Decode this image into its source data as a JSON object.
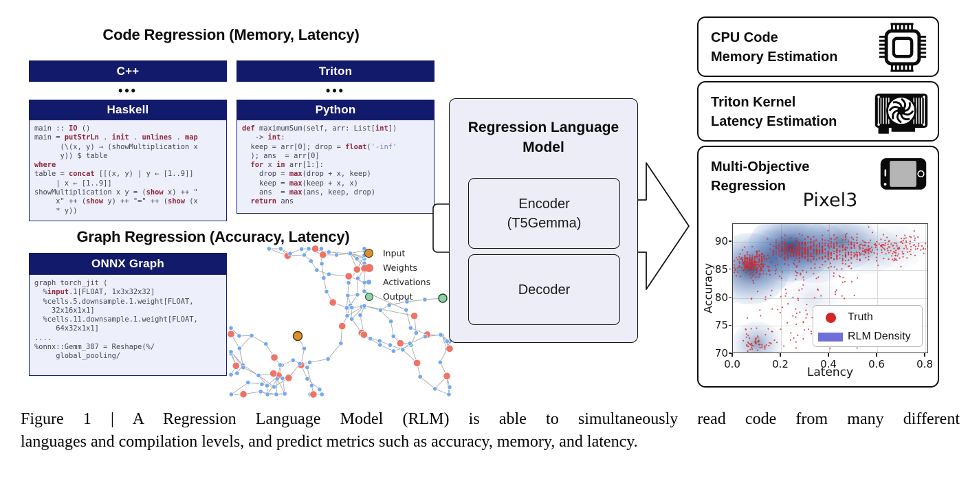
{
  "colors": {
    "navy_header": "#121a6b",
    "code_bg": "#edeffa",
    "code_border": "#1b2470",
    "code_keyword": "#8f2740",
    "code_text": "#44465a",
    "model_box_bg": "#ecedf7",
    "truth_red": "#d62728",
    "density_blue": "#08306b",
    "legend_rect_blue": "#6e70d8",
    "node_input": "#d89030",
    "node_weights": "#ee7468",
    "node_activations": "#74a9f0",
    "node_output": "#8fd0a5",
    "edge_gray": "#9a9a9a"
  },
  "left": {
    "code_regression_title": "Code Regression (Memory, Latency)",
    "graph_regression_title": "Graph Regression (Accuracy, Latency)",
    "dots": "•••",
    "bars": {
      "cpp": "C++",
      "triton": "Triton",
      "haskell": "Haskell",
      "python": "Python",
      "onnx": "ONNX Graph"
    },
    "haskell_code": [
      [
        [
          "main :: ",
          "n"
        ],
        [
          "IO",
          "k"
        ],
        [
          " ()",
          "n"
        ]
      ],
      [
        [
          "main = ",
          "n"
        ],
        [
          "putStrLn",
          "k"
        ],
        [
          " . ",
          "n"
        ],
        [
          "init",
          "k"
        ],
        [
          " . ",
          "n"
        ],
        [
          "unlines",
          "k"
        ],
        [
          " . ",
          "n"
        ],
        [
          "map",
          "k"
        ]
      ],
      [
        [
          "      (\\(x, y) → (showMultiplication x",
          "n"
        ]
      ],
      [
        [
          "      y)) $ table",
          "n"
        ]
      ],
      [
        [
          "where",
          "k"
        ]
      ],
      [
        [
          "table = ",
          "n"
        ],
        [
          "concat",
          "k"
        ],
        [
          " [[(x, y) | y ← [1..9]]",
          "n"
        ]
      ],
      [
        [
          "     | x ← [1..9]]",
          "n"
        ]
      ],
      [
        [
          "showMultiplication x y = (",
          "n"
        ],
        [
          "show",
          "k"
        ],
        [
          " x) ++ \"",
          "n"
        ]
      ],
      [
        [
          "     x\" ++ (",
          "n"
        ],
        [
          "show",
          "k"
        ],
        [
          " y) ++ \"=\" ++ (",
          "n"
        ],
        [
          "show",
          "k"
        ],
        [
          " (x",
          "n"
        ]
      ],
      [
        [
          "     * y))",
          "n"
        ]
      ]
    ],
    "python_code": [
      [
        [
          "def",
          "k"
        ],
        [
          " maximumSum(self, arr: List[",
          "n"
        ],
        [
          "int",
          "k"
        ],
        [
          "])",
          "n"
        ]
      ],
      [
        [
          "   -> ",
          "n"
        ],
        [
          "int",
          "k"
        ],
        [
          ":",
          "n"
        ]
      ],
      [
        [
          "  keep = arr[0]; drop = ",
          "n"
        ],
        [
          "float",
          "k"
        ],
        [
          "(",
          "n"
        ],
        [
          "'-inf'",
          "m"
        ]
      ],
      [
        [
          "  ); ans  = arr[0]",
          "n"
        ]
      ],
      [
        [
          "  ",
          "n"
        ],
        [
          "for",
          "k"
        ],
        [
          " x ",
          "n"
        ],
        [
          "in",
          "k"
        ],
        [
          " arr[1:]:",
          "n"
        ]
      ],
      [
        [
          "    drop = ",
          "n"
        ],
        [
          "max",
          "k"
        ],
        [
          "(drop + x, keep)",
          "n"
        ]
      ],
      [
        [
          "    keep = ",
          "n"
        ],
        [
          "max",
          "k"
        ],
        [
          "(keep + x, x)",
          "n"
        ]
      ],
      [
        [
          "    ans  = ",
          "n"
        ],
        [
          "max",
          "k"
        ],
        [
          "(ans, keep, drop)",
          "n"
        ]
      ],
      [
        [
          "  ",
          "n"
        ],
        [
          "return",
          "k"
        ],
        [
          " ans",
          "n"
        ]
      ]
    ],
    "onnx_code": [
      [
        [
          "graph torch_jit (",
          "n"
        ]
      ],
      [
        [
          "  %",
          "n"
        ],
        [
          "input",
          "k"
        ],
        [
          ".1[FLOAT, 1x3x32x32]",
          "n"
        ]
      ],
      [
        [
          "  %cells.5.downsample.1.weight[FLOAT,",
          "n"
        ]
      ],
      [
        [
          "    32x16x1x1]",
          "n"
        ]
      ],
      [
        [
          "  %cells.11.downsample.1.weight[FLOAT,",
          "n"
        ]
      ],
      [
        [
          "     64x32x1x1]",
          "n"
        ]
      ],
      [
        [
          "....",
          "n"
        ]
      ],
      [
        [
          "%onnx::Gemm_387 = Reshape(%/",
          "n"
        ]
      ],
      [
        [
          "     global_pooling/",
          "n"
        ]
      ]
    ],
    "graph_legend": [
      {
        "label": "Input",
        "color": "#d89030",
        "size": 13,
        "stroke": "#4a3000"
      },
      {
        "label": "Weights",
        "color": "#ee7468",
        "size": 12,
        "stroke": ""
      },
      {
        "label": "Activations",
        "color": "#74a9f0",
        "size": 7,
        "stroke": ""
      },
      {
        "label": "Output",
        "color": "#8fd0a5",
        "size": 12,
        "stroke": "#1c4a2a"
      }
    ]
  },
  "network": {
    "seed": 42,
    "count": 128,
    "start": [
      103,
      137
    ]
  },
  "model": {
    "title_line1": "Regression Language",
    "title_line2": "Model",
    "encoder_line1": "Encoder",
    "encoder_line2": "(T5Gemma)",
    "decoder": "Decoder"
  },
  "outputs": [
    {
      "line1": "CPU Code",
      "line2": "Memory Estimation",
      "icon": "cpu-chip-icon"
    },
    {
      "line1": "Triton Kernel",
      "line2": "Latency Estimation",
      "icon": "gpu-card-icon"
    },
    {
      "line1": "Multi-Objective",
      "line2": "Regression",
      "icon": "smartphone-icon"
    }
  ],
  "chart_data": {
    "type": "scatter",
    "title": "Pixel3",
    "xlabel": "Latency",
    "ylabel": "Accuracy",
    "xlim": [
      0.0,
      0.814
    ],
    "ylim": [
      70,
      93.2
    ],
    "xticks": [
      "0.0",
      "0.2",
      "0.4",
      "0.6",
      "0.8"
    ],
    "yticks": [
      90,
      85,
      80,
      75,
      70
    ],
    "grid": true,
    "legend": [
      {
        "label": "Truth",
        "marker": "circle",
        "color": "#d62728"
      },
      {
        "label": "RLM Density",
        "marker": "rect",
        "color": "#6e70d8"
      }
    ],
    "truth_clusters": [
      {
        "n": 150,
        "cx": 0.08,
        "cy": 85.8,
        "sx": 0.035,
        "sy": 1.0
      },
      {
        "n": 90,
        "cx": 0.09,
        "cy": 86.9,
        "sx": 0.028,
        "sy": 0.7,
        "q": 0.01
      },
      {
        "n": 270,
        "cx": 0.26,
        "cy": 88.7,
        "sx": 0.045,
        "sy": 1.0,
        "q": 0.012
      },
      {
        "n": 240,
        "cx": 0.43,
        "cy": 88.6,
        "sx": 0.075,
        "sy": 1.2,
        "q": 0.012
      },
      {
        "n": 120,
        "cx": 0.63,
        "cy": 88.9,
        "sx": 0.09,
        "sy": 1.1
      },
      {
        "n": 70,
        "cx": 0.3,
        "cy": 85.0,
        "sx": 0.12,
        "sy": 1.6
      },
      {
        "n": 110,
        "uniform": true,
        "x0": 0.04,
        "x1": 0.52,
        "y0": 70.8,
        "y1": 81.5
      },
      {
        "n": 35,
        "cx": 0.1,
        "cy": 71.6,
        "sx": 0.03,
        "sy": 0.8
      },
      {
        "n": 40,
        "cx": 0.75,
        "cy": 89.3,
        "sx": 0.05,
        "sy": 1.0
      }
    ],
    "density_peaks": [
      {
        "x": 0.07,
        "y": 85.2,
        "rx": 58,
        "ry": 52,
        "a": 0.8
      },
      {
        "x": 0.16,
        "y": 86.8,
        "rx": 50,
        "ry": 44,
        "a": 0.45
      },
      {
        "x": 0.24,
        "y": 89.0,
        "rx": 62,
        "ry": 50,
        "a": 0.9
      },
      {
        "x": 0.34,
        "y": 88.2,
        "rx": 55,
        "ry": 45,
        "a": 0.5
      },
      {
        "x": 0.45,
        "y": 90.0,
        "rx": 52,
        "ry": 42,
        "a": 0.55
      },
      {
        "x": 0.56,
        "y": 88.6,
        "rx": 46,
        "ry": 36,
        "a": 0.3
      },
      {
        "x": 0.68,
        "y": 89.0,
        "rx": 42,
        "ry": 32,
        "a": 0.18
      },
      {
        "x": 0.1,
        "y": 71.8,
        "rx": 36,
        "ry": 32,
        "a": 0.45
      },
      {
        "x": 0.33,
        "y": 79.8,
        "rx": 42,
        "ry": 36,
        "a": 0.12
      }
    ]
  },
  "caption": {
    "line1": "Figure 1 | A Regression Language Model (RLM) is able to simultaneously read code from many different",
    "line2": "languages and compilation levels, and predict metrics such as accuracy, memory, and latency."
  }
}
